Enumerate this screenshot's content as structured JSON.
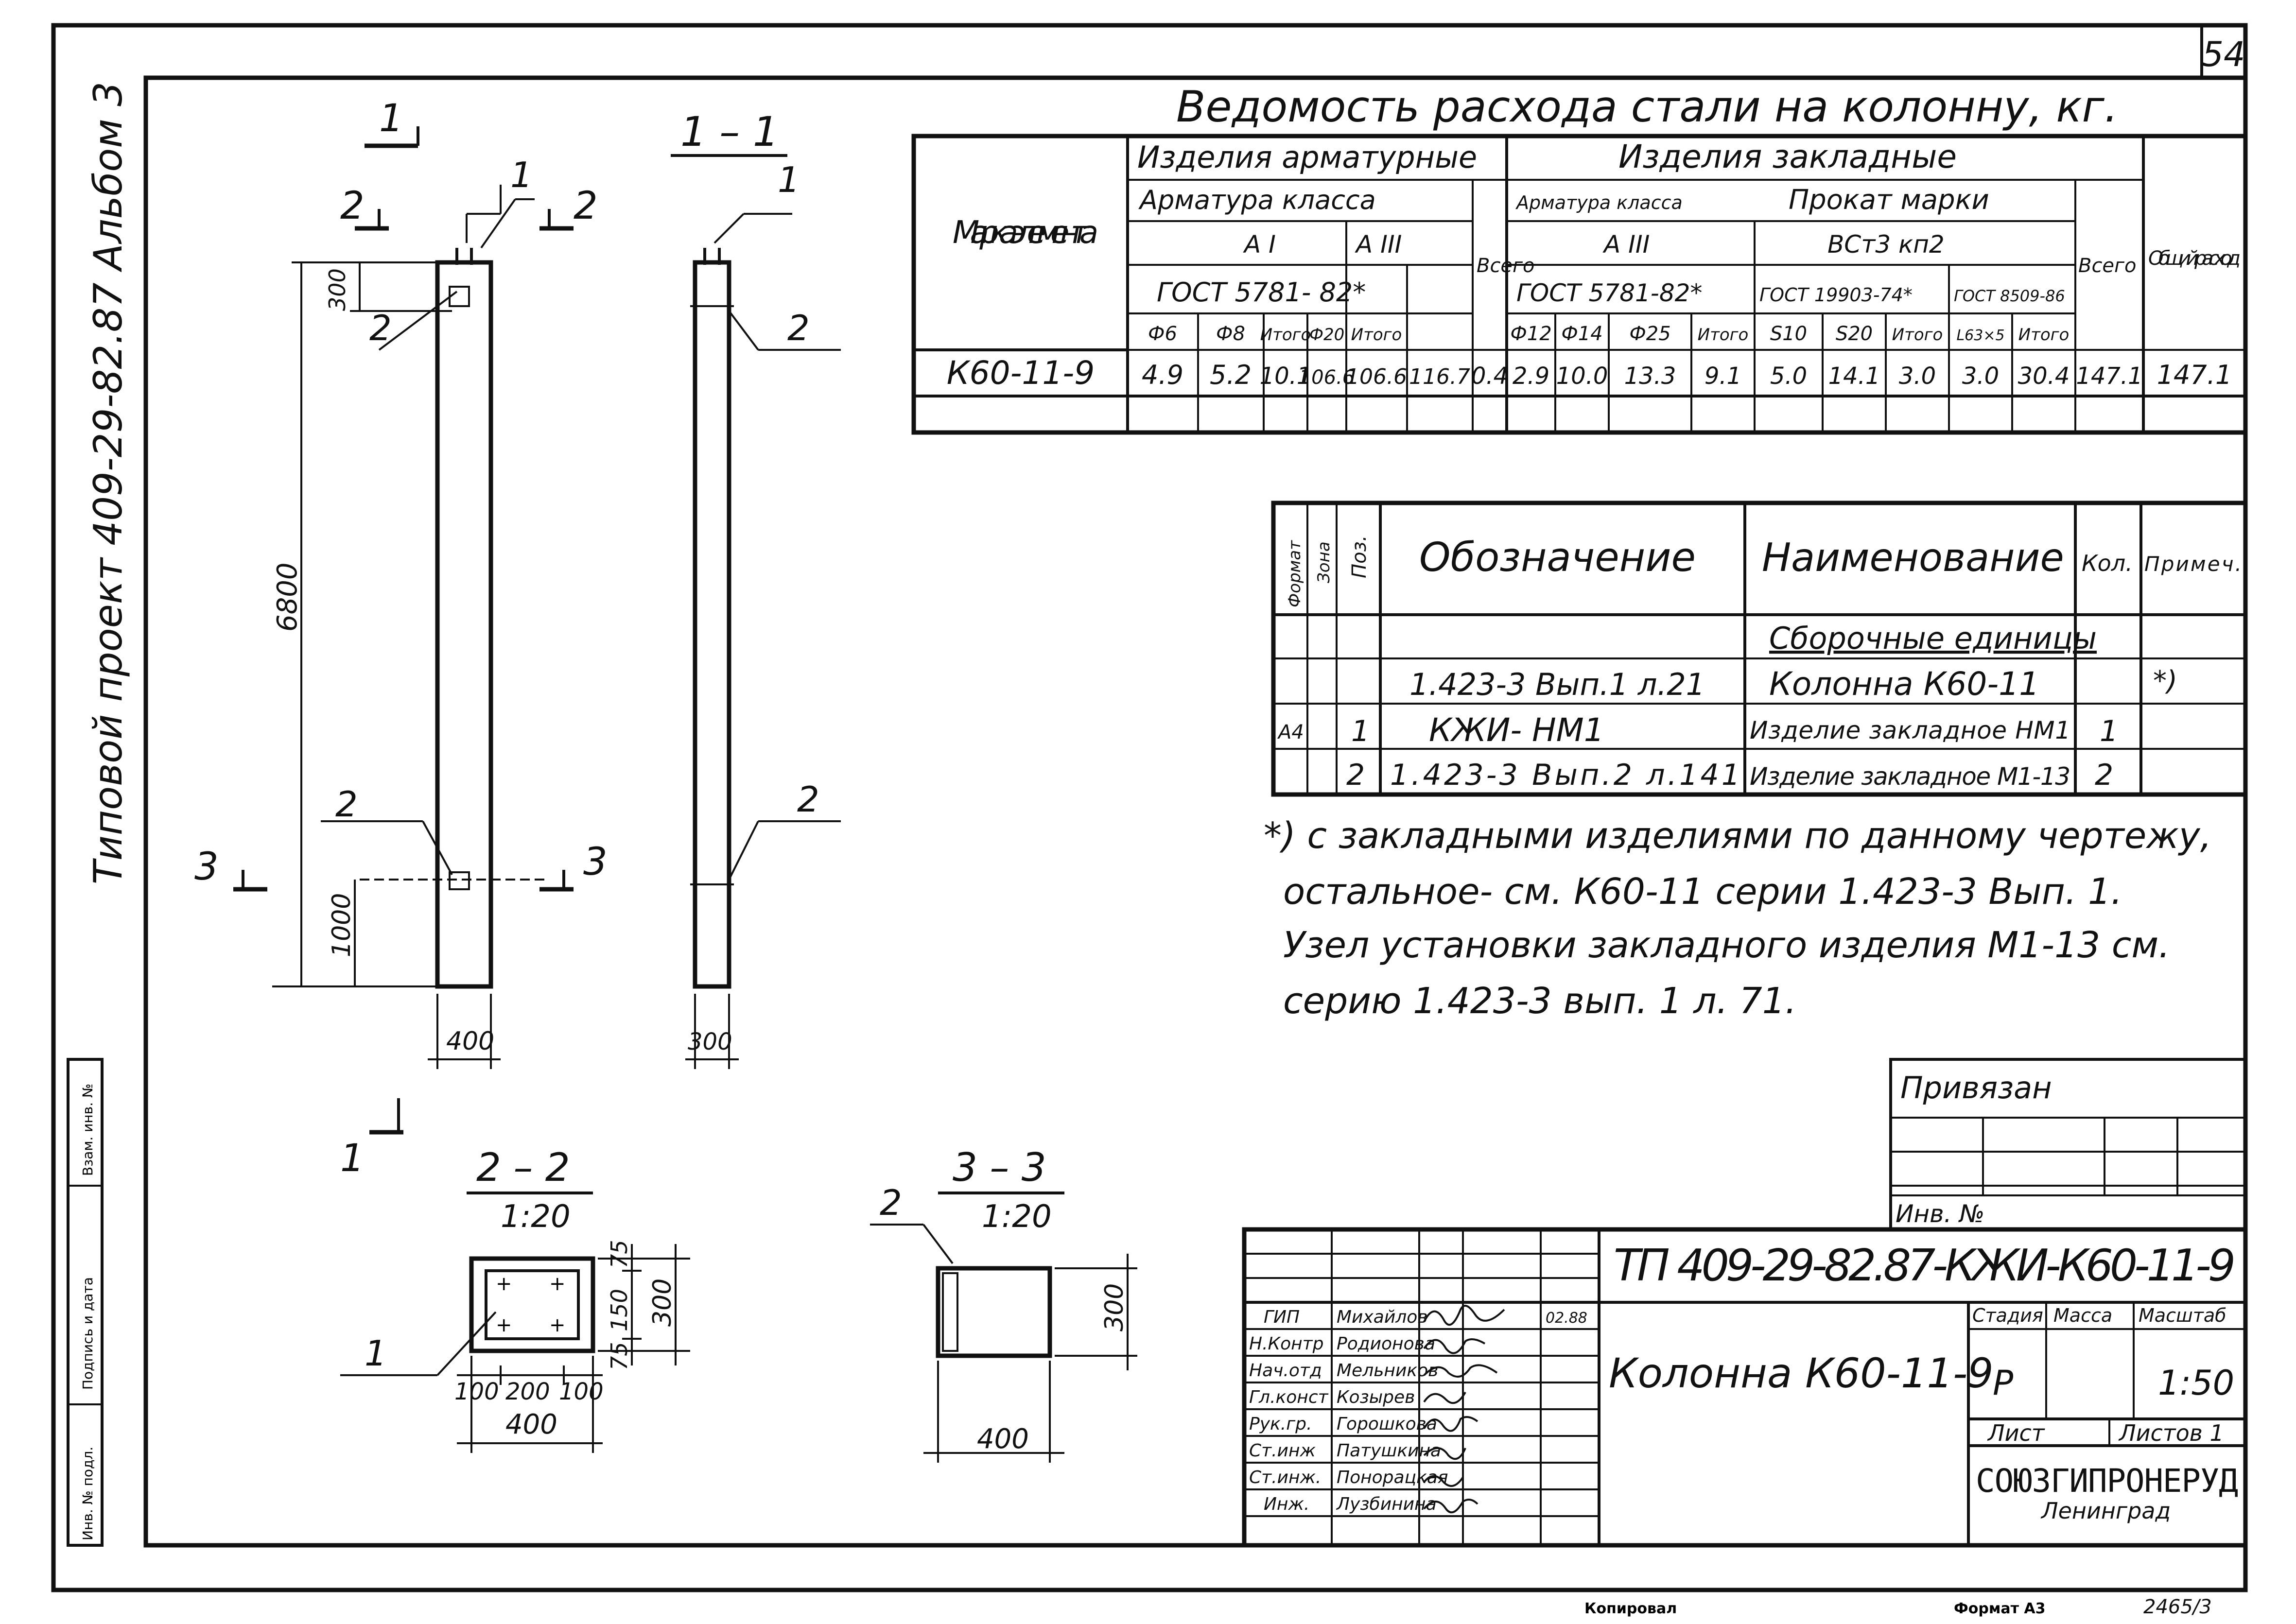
{
  "sheet": {
    "page_number": "54",
    "side_title": "Типовой проект 409-29-82.87 Альбом 3",
    "copied_by": "Копировал",
    "format": "Формат А3",
    "archive_number": "2465/3",
    "side_stamp": [
      "Инв. № подл.",
      "Подпись и дата",
      "Взам. инв. №"
    ]
  },
  "steel_table": {
    "title": "Ведомость расхода стали на колонну, кг.",
    "mark_header": "Марка элемента",
    "rebar_products": "Изделия арматурные",
    "embedded_products": "Изделия закладные",
    "rebar_class": "Арматура класса",
    "cls_a1": "А I",
    "cls_a3": "А III",
    "gost_5781": "ГОСТ 5781- 82*",
    "total": "Всего",
    "rebar_class_small": "Арматура класса",
    "cls_at": "А III",
    "gost_5781_b": "ГОСТ 5781-82*",
    "rolled": "Прокат марки",
    "vst": "ВСт3 кп2",
    "gost_19903": "ГОСТ 19903-74*",
    "gost_8509": "ГОСТ 8509-86",
    "total_b": "Всего",
    "grand_total": "Общий расход",
    "sub": [
      "Ф6",
      "Ф8",
      "Итого",
      "Ф20",
      "Итого",
      "Ф12",
      "Ф14",
      "Ф25",
      "Итого",
      "S10",
      "S20",
      "Итого",
      "L63×5",
      "Итого"
    ],
    "row": [
      "К60-11-9",
      "4.9",
      "5.2",
      "10.1",
      "106.6",
      "106.6",
      "116.7",
      "0.4",
      "2.9",
      "10.0",
      "13.3",
      "9.1",
      "5.0",
      "14.1",
      "3.0",
      "3.0",
      "30.4",
      "147.1"
    ]
  },
  "spec_table": {
    "headers": [
      "Формат",
      "Зона",
      "Поз.",
      "Обозначение",
      "Наименование",
      "Кол.",
      "Примеч."
    ],
    "section": "Сборочные единицы",
    "rows": [
      {
        "fmt": "",
        "zone": "",
        "pos": "",
        "designation": "1.423-3 Вып.1 л.21",
        "name": "Колонна К60-11",
        "qty": "",
        "note": "*)"
      },
      {
        "fmt": "А4",
        "zone": "",
        "pos": "1",
        "designation": "КЖИ- НМ1",
        "name": "Изделие закладное НМ1",
        "qty": "1",
        "note": ""
      },
      {
        "fmt": "",
        "zone": "",
        "pos": "2",
        "designation": "1.423-3 Вып.2 л.141",
        "name": "Изделие закладное М1-13",
        "qty": "2",
        "note": ""
      }
    ]
  },
  "note_lines": [
    "*) с закладными изделиями по данному чертежу,",
    "остальное- см. К60-11 серии 1.423-3 Вып. 1.",
    "Узел установки закладного изделия М1-13 см.",
    "серию 1.423-3 вып. 1 л. 71."
  ],
  "drawing": {
    "dim_6800": "6800",
    "dim_300": "300",
    "dim_1000": "1000",
    "dim_400": "400",
    "dim_300w": "300",
    "sec_11": "1 – 1",
    "sec_22": "2 – 2",
    "sec_33": "3 – 3",
    "scale_120": "1:20",
    "cut_1": "1",
    "cut_2": "2",
    "cut_3": "3",
    "pos_1": "1",
    "pos_2": "2",
    "d75": "75",
    "d150": "150",
    "d300": "300",
    "d100": "100",
    "d200": "200",
    "d400": "400"
  },
  "binding": {
    "label": "Привязан",
    "inv": "Инв. №"
  },
  "title_block": {
    "code": "ТП 409-29-82.87-КЖИ-К60-11-9",
    "name": "Колонна К60-11-9",
    "stage_h": "Стадия",
    "mass_h": "Масса",
    "scale_h": "Масштаб",
    "stage": "Р",
    "scale": "1:50",
    "sheet_h": "Лист",
    "sheets_h": "Листов 1",
    "org": "СОЮЗГИПРОНЕРУД",
    "city": "Ленинград",
    "date": "02.88",
    "staff": [
      {
        "role": "ГИП",
        "name": "Михайлов"
      },
      {
        "role": "Н.Контр",
        "name": "Родионова"
      },
      {
        "role": "Нач.отд",
        "name": "Мельников"
      },
      {
        "role": "Гл.конст",
        "name": "Козырев"
      },
      {
        "role": "Рук.гр.",
        "name": "Горошкова"
      },
      {
        "role": "Ст.инж",
        "name": "Патушкина"
      },
      {
        "role": "Ст.инж.",
        "name": "Понорацкая"
      },
      {
        "role": "Инж.",
        "name": "Лузбинина"
      }
    ]
  }
}
